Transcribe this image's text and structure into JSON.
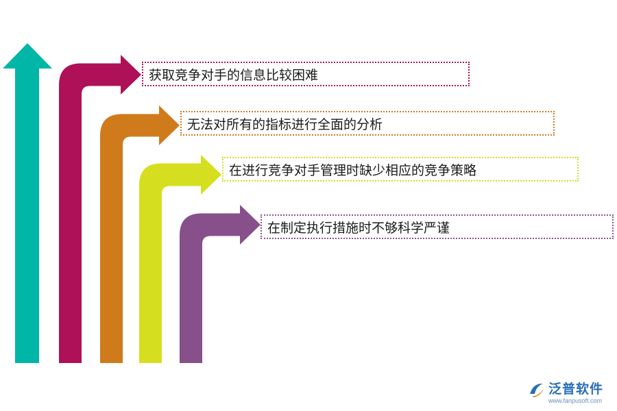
{
  "colors": {
    "vertical_arrow": "#00b6a7",
    "arrow_1": "#ae1157",
    "arrow_2": "#cf7b1c",
    "arrow_3": "#d6df1f",
    "arrow_4": "#87508a"
  },
  "items": [
    {
      "label": "获取竞争对手的信息比较困难",
      "color": "#ae1157"
    },
    {
      "label": "无法对所有的指标进行全面的分析",
      "color": "#cf7b1c"
    },
    {
      "label": "在进行竞争对手管理时缺少相应的竞争策略",
      "color": "#d6df1f"
    },
    {
      "label": "在制定执行措施时不够科学严谨",
      "color": "#87508a"
    }
  ],
  "logo": {
    "icon": "fanpu-swirl-logo-icon",
    "name": "泛普软件",
    "url": "www.fanpusoft.com"
  }
}
